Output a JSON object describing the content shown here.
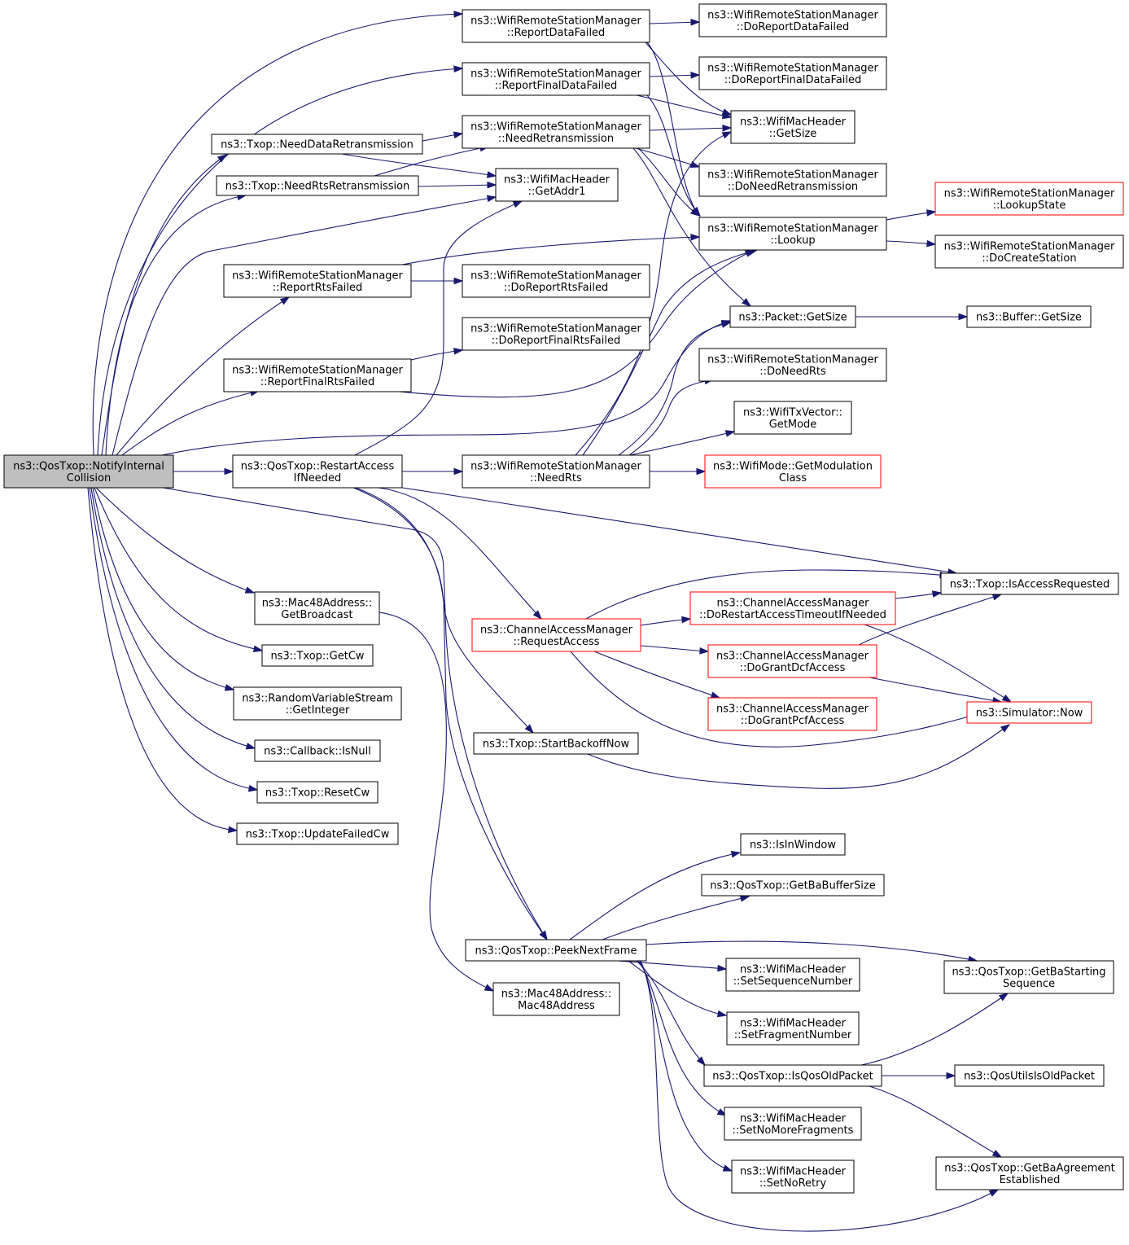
{
  "colors": {
    "edge": "#191970",
    "node_border": "#000000",
    "truncated_node_border": "#ff0000",
    "root_fill": "#bfbfbf"
  },
  "nodes": {
    "n0": {
      "lines": [
        "ns3::QosTxop::NotifyInternal",
        "Collision"
      ],
      "style": "root"
    },
    "n1": {
      "lines": [
        "ns3::WifiRemoteStationManager",
        "::ReportDataFailed"
      ]
    },
    "n2": {
      "lines": [
        "ns3::WifiRemoteStationManager",
        "::DoReportDataFailed"
      ]
    },
    "n3": {
      "lines": [
        "ns3::WifiRemoteStationManager",
        "::ReportFinalDataFailed"
      ]
    },
    "n4": {
      "lines": [
        "ns3::WifiRemoteStationManager",
        "::DoReportFinalDataFailed"
      ]
    },
    "n5": {
      "lines": [
        "ns3::WifiMacHeader",
        "::GetSize"
      ]
    },
    "n6": {
      "lines": [
        "ns3::WifiRemoteStationManager",
        "::NeedRetransmission"
      ]
    },
    "n7": {
      "lines": [
        "ns3::Txop::NeedDataRetransmission"
      ]
    },
    "n8": {
      "lines": [
        "ns3::WifiRemoteStationManager",
        "::DoNeedRetransmission"
      ]
    },
    "n9": {
      "lines": [
        "ns3::WifiMacHeader",
        "::GetAddr1"
      ]
    },
    "n10": {
      "lines": [
        "ns3::Txop::NeedRtsRetransmission"
      ]
    },
    "n11": {
      "lines": [
        "ns3::WifiRemoteStationManager",
        "::LookupState"
      ],
      "style": "red"
    },
    "n12": {
      "lines": [
        "ns3::WifiRemoteStationManager",
        "::Lookup"
      ]
    },
    "n13": {
      "lines": [
        "ns3::WifiRemoteStationManager",
        "::DoCreateStation"
      ]
    },
    "n14": {
      "lines": [
        "ns3::WifiRemoteStationManager",
        "::ReportRtsFailed"
      ]
    },
    "n15": {
      "lines": [
        "ns3::WifiRemoteStationManager",
        "::DoReportRtsFailed"
      ]
    },
    "n16": {
      "lines": [
        "ns3::Packet::GetSize"
      ]
    },
    "n17": {
      "lines": [
        "ns3::Buffer::GetSize"
      ]
    },
    "n18": {
      "lines": [
        "ns3::WifiRemoteStationManager",
        "::DoReportFinalRtsFailed"
      ]
    },
    "n19": {
      "lines": [
        "ns3::WifiRemoteStationManager",
        "::ReportFinalRtsFailed"
      ]
    },
    "n20": {
      "lines": [
        "ns3::WifiRemoteStationManager",
        "::DoNeedRts"
      ]
    },
    "n21": {
      "lines": [
        "ns3::WifiTxVector::",
        "GetMode"
      ]
    },
    "n22": {
      "lines": [
        "ns3::QosTxop::RestartAccess",
        "IfNeeded"
      ]
    },
    "n23": {
      "lines": [
        "ns3::WifiRemoteStationManager",
        "::NeedRts"
      ]
    },
    "n24": {
      "lines": [
        "ns3::WifiMode::GetModulation",
        "Class"
      ],
      "style": "red"
    },
    "n25": {
      "lines": [
        "ns3::Txop::IsAccessRequested"
      ]
    },
    "n26": {
      "lines": [
        "ns3::ChannelAccessManager",
        "::DoRestartAccessTimeoutIfNeeded"
      ],
      "style": "red"
    },
    "n27": {
      "lines": [
        "ns3::Mac48Address::",
        "GetBroadcast"
      ]
    },
    "n28": {
      "lines": [
        "ns3::ChannelAccessManager",
        "::RequestAccess"
      ],
      "style": "red"
    },
    "n29": {
      "lines": [
        "ns3::ChannelAccessManager",
        "::DoGrantDcfAccess"
      ],
      "style": "red"
    },
    "n30": {
      "lines": [
        "ns3::Txop::GetCw"
      ]
    },
    "n31": {
      "lines": [
        "ns3::RandomVariableStream",
        "::GetInteger"
      ]
    },
    "n32": {
      "lines": [
        "ns3::ChannelAccessManager",
        "::DoGrantPcfAccess"
      ],
      "style": "red"
    },
    "n33": {
      "lines": [
        "ns3::Simulator::Now"
      ],
      "style": "red"
    },
    "n34": {
      "lines": [
        "ns3::Txop::StartBackoffNow"
      ]
    },
    "n35": {
      "lines": [
        "ns3::Callback::IsNull"
      ]
    },
    "n36": {
      "lines": [
        "ns3::Txop::ResetCw"
      ]
    },
    "n37": {
      "lines": [
        "ns3::Txop::UpdateFailedCw"
      ]
    },
    "n38": {
      "lines": [
        "ns3::IsInWindow"
      ]
    },
    "n39": {
      "lines": [
        "ns3::QosTxop::GetBaBufferSize"
      ]
    },
    "n40": {
      "lines": [
        "ns3::QosTxop::PeekNextFrame"
      ]
    },
    "n41": {
      "lines": [
        "ns3::WifiMacHeader",
        "::SetSequenceNumber"
      ]
    },
    "n42": {
      "lines": [
        "ns3::QosTxop::GetBaStarting",
        "Sequence"
      ]
    },
    "n43": {
      "lines": [
        "ns3::Mac48Address::",
        "Mac48Address"
      ]
    },
    "n44": {
      "lines": [
        "ns3::WifiMacHeader",
        "::SetFragmentNumber"
      ]
    },
    "n45": {
      "lines": [
        "ns3::QosTxop::IsQosOldPacket"
      ]
    },
    "n46": {
      "lines": [
        "ns3::QosUtilsIsOldPacket"
      ]
    },
    "n47": {
      "lines": [
        "ns3::WifiMacHeader",
        "::SetNoMoreFragments"
      ]
    },
    "n48": {
      "lines": [
        "ns3::QosTxop::GetBaAgreement",
        "Established"
      ]
    },
    "n49": {
      "lines": [
        "ns3::WifiMacHeader",
        "::SetNoRetry"
      ]
    }
  }
}
